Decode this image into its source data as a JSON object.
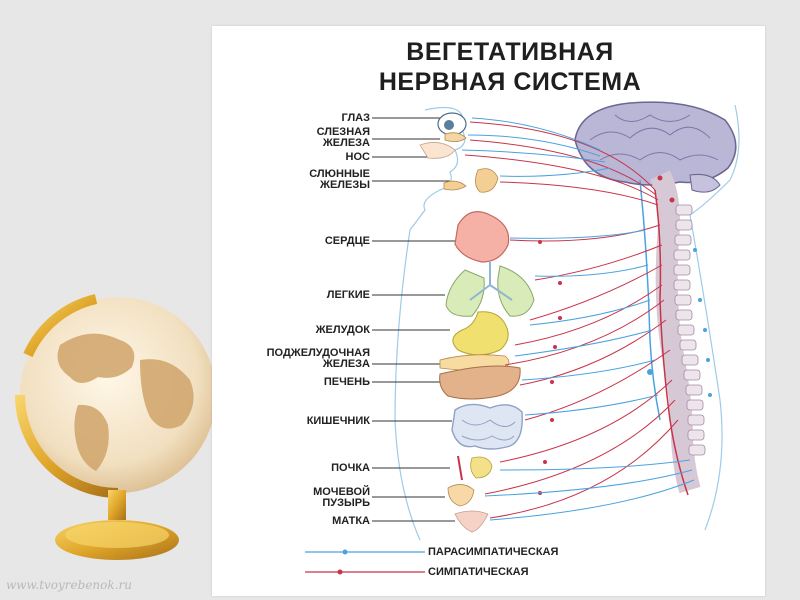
{
  "title": {
    "line1": "ВЕГЕТАТИВНАЯ",
    "line2": "НЕРВНАЯ СИСТЕМА"
  },
  "organs": [
    {
      "id": "eye",
      "lines": [
        "ГЛАЗ"
      ]
    },
    {
      "id": "lacrimal",
      "lines": [
        "СЛЕЗНАЯ",
        "ЖЕЛЕЗА"
      ]
    },
    {
      "id": "nose",
      "lines": [
        "НОС"
      ]
    },
    {
      "id": "salivary",
      "lines": [
        "СЛЮННЫЕ",
        "ЖЕЛЕЗЫ"
      ]
    },
    {
      "id": "heart",
      "lines": [
        "СЕРДЦЕ"
      ]
    },
    {
      "id": "lungs",
      "lines": [
        "ЛЕГКИЕ"
      ]
    },
    {
      "id": "stomach",
      "lines": [
        "ЖЕЛУДОК"
      ]
    },
    {
      "id": "pancreas",
      "lines": [
        "ПОДЖЕЛУДОЧНАЯ",
        "ЖЕЛЕЗА"
      ]
    },
    {
      "id": "liver",
      "lines": [
        "ПЕЧЕНЬ"
      ]
    },
    {
      "id": "intestine",
      "lines": [
        "КИШЕЧНИК"
      ]
    },
    {
      "id": "kidney",
      "lines": [
        "ПОЧКА"
      ]
    },
    {
      "id": "bladder",
      "lines": [
        "МОЧЕВОЙ",
        "ПУЗЫРЬ"
      ]
    },
    {
      "id": "uterus",
      "lines": [
        "МАТКА"
      ]
    }
  ],
  "legend": {
    "parasympathetic": "ПАРАСИМПАТИЧЕСКАЯ",
    "sympathetic": "СИМПАТИЧЕСКАЯ"
  },
  "watermark": "www.tvoyrebenok.ru",
  "colors": {
    "parasympathetic": "#4aa3df",
    "sympathetic": "#c8344a",
    "brain": "#b9b6d6",
    "spine": "#d7c8d6",
    "globe_frame": "#e0a62a"
  }
}
